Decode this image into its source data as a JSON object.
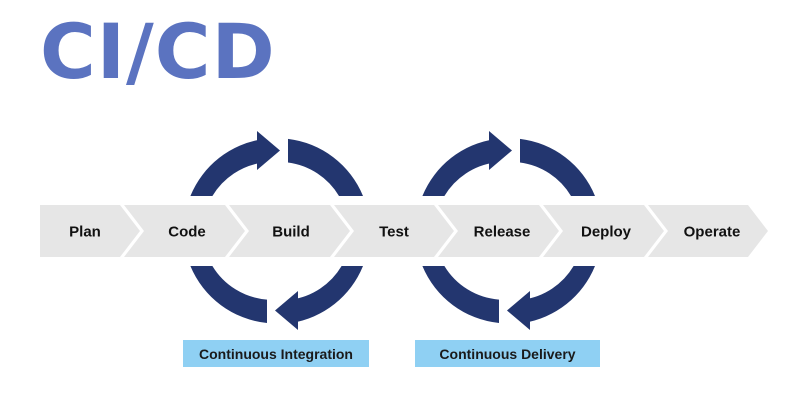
{
  "title": "CI/CD",
  "stages": [
    "Plan",
    "Code",
    "Build",
    "Test",
    "Release",
    "Deploy",
    "Operate"
  ],
  "loops": [
    {
      "label": "Continuous Integration"
    },
    {
      "label": "Continuous Delivery"
    }
  ],
  "colors": {
    "title": "#5b73c0",
    "stage_fill": "#e6e6e6",
    "arrow": "#23366f",
    "phase_fill": "#8fd0f3"
  }
}
